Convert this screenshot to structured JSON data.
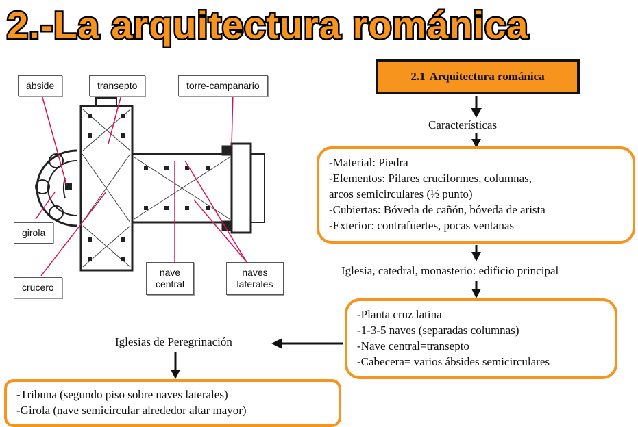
{
  "title": "2.-La arquitectura románica",
  "plan_labels": {
    "abside": "ábside",
    "transepto": "transepto",
    "torre": "torre-campanario",
    "girola": "girola",
    "crucero": "crucero",
    "nave_central": "nave central",
    "naves_laterales": "naves laterales"
  },
  "header": {
    "number": "2.1",
    "label": "Arquitectura románica"
  },
  "caracteristicas_label": "Características",
  "caracteristicas": [
    "-Material: Piedra",
    "-Elementos: Pilares cruciformes, columnas,",
    "arcos semicirculares (½ punto)",
    "-Cubiertas: Bóveda de cañón, bóveda de arista",
    "-Exterior: contrafuertes, pocas ventanas"
  ],
  "edificio_label": "Iglesia, catedral, monasterio: edificio principal",
  "planta": [
    "-Planta cruz latina",
    "-1-3-5 naves (separadas columnas)",
    "-Nave central=transepto",
    "-Cabecera= varios ábsides semicirculares"
  ],
  "peregrinacion_label": "Iglesias de Peregrinación",
  "peregrinacion": [
    "-Tribuna (segundo piso sobre naves laterales)",
    "-Girola (nave semicircular alrededor altar mayor)"
  ],
  "colors": {
    "accent": "#f7941d",
    "leader": "#d6145a"
  }
}
